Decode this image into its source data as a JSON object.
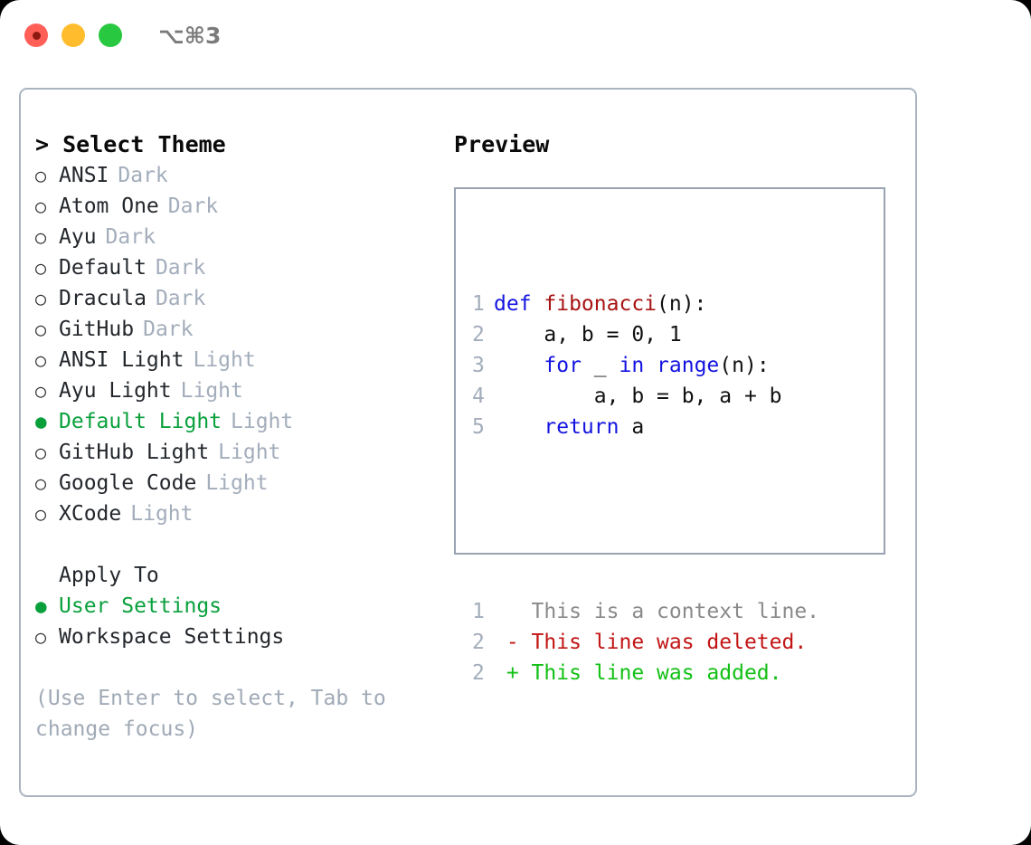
{
  "titlebar": {
    "shortcut": "⌥⌘3",
    "buttons": [
      {
        "name": "close",
        "color": "#ff5f57"
      },
      {
        "name": "minimize",
        "color": "#ffbd2e"
      },
      {
        "name": "zoom",
        "color": "#28c840"
      }
    ]
  },
  "theme_panel": {
    "header": "> Select Theme",
    "items": [
      {
        "marker": "○",
        "label": "ANSI",
        "tag": "Dark",
        "selected": false
      },
      {
        "marker": "○",
        "label": "Atom One",
        "tag": "Dark",
        "selected": false
      },
      {
        "marker": "○",
        "label": "Ayu",
        "tag": "Dark",
        "selected": false
      },
      {
        "marker": "○",
        "label": "Default",
        "tag": "Dark",
        "selected": false
      },
      {
        "marker": "○",
        "label": "Dracula",
        "tag": "Dark",
        "selected": false
      },
      {
        "marker": "○",
        "label": "GitHub",
        "tag": "Dark",
        "selected": false
      },
      {
        "marker": "○",
        "label": "ANSI Light",
        "tag": "Light",
        "selected": false
      },
      {
        "marker": "○",
        "label": "Ayu Light",
        "tag": "Light",
        "selected": false
      },
      {
        "marker": "●",
        "label": "Default Light",
        "tag": "Light",
        "selected": true
      },
      {
        "marker": "○",
        "label": "GitHub Light",
        "tag": "Light",
        "selected": false
      },
      {
        "marker": "○",
        "label": "Google Code",
        "tag": "Light",
        "selected": false
      },
      {
        "marker": "○",
        "label": "XCode",
        "tag": "Light",
        "selected": false
      }
    ]
  },
  "apply_to": {
    "label": "Apply To",
    "items": [
      {
        "marker": "●",
        "label": "User Settings",
        "selected": true
      },
      {
        "marker": "○",
        "label": "Workspace Settings",
        "selected": false
      }
    ]
  },
  "hint": "(Use Enter to select, Tab to change focus)",
  "preview": {
    "title": "Preview",
    "code_lines": [
      {
        "number": "1",
        "tokens": [
          {
            "text": "def ",
            "style": "kw"
          },
          {
            "text": "fibonacci",
            "style": "fn"
          },
          {
            "text": "(n):",
            "style": "plain"
          }
        ]
      },
      {
        "number": "2",
        "tokens": [
          {
            "text": "    a, b = 0, 1",
            "style": "plain"
          }
        ]
      },
      {
        "number": "3",
        "tokens": [
          {
            "text": "    ",
            "style": "plain"
          },
          {
            "text": "for",
            "style": "kw"
          },
          {
            "text": " _ ",
            "style": "plain"
          },
          {
            "text": "in",
            "style": "kw"
          },
          {
            "text": " ",
            "style": "plain"
          },
          {
            "text": "range",
            "style": "kw"
          },
          {
            "text": "(n):",
            "style": "plain"
          }
        ]
      },
      {
        "number": "4",
        "tokens": [
          {
            "text": "        a, b = b, a + b",
            "style": "plain"
          }
        ]
      },
      {
        "number": "5",
        "tokens": [
          {
            "text": "    ",
            "style": "plain"
          },
          {
            "text": "return",
            "style": "kw"
          },
          {
            "text": " a",
            "style": "plain"
          }
        ]
      }
    ],
    "diff_lines": [
      {
        "number": "1",
        "tokens": [
          {
            "text": "   This is a context line.",
            "style": "ctx"
          }
        ]
      },
      {
        "number": "2",
        "tokens": [
          {
            "text": " - This line was deleted.",
            "style": "del"
          }
        ]
      },
      {
        "number": "2",
        "tokens": [
          {
            "text": " + This line was added.",
            "style": "add"
          }
        ]
      }
    ]
  },
  "colors": {
    "accent_green": "#09a03c",
    "muted": "#a3adbb",
    "keyword": "#1414e0",
    "function": "#a81313",
    "diff_added": "#12c014",
    "diff_deleted": "#c21414",
    "border": "#99a3b2"
  }
}
